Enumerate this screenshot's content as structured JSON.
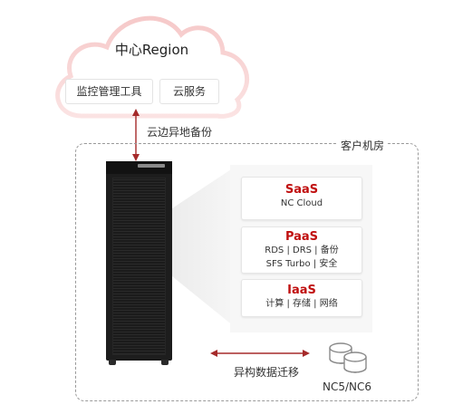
{
  "cloud": {
    "title": "中心Region",
    "tools": [
      "监控管理工具",
      "云服务"
    ]
  },
  "links": {
    "backup": "云边异地备份",
    "migration": "异构数据迁移"
  },
  "room": {
    "title": "客户机房"
  },
  "layers": [
    {
      "title": "SaaS",
      "lines": [
        "NC Cloud"
      ]
    },
    {
      "title": "PaaS",
      "lines": [
        "RDS | DRS | 备份",
        "SFS Turbo | 安全"
      ]
    },
    {
      "title": "IaaS",
      "lines": [
        "计算 | 存储 | 网络"
      ]
    }
  ],
  "database": {
    "label": "NC5/NC6",
    "icon": "database-icon"
  },
  "colors": {
    "accent": "#c00f0f",
    "arrow": "#a52a2a",
    "border": "#9a9a9a"
  }
}
